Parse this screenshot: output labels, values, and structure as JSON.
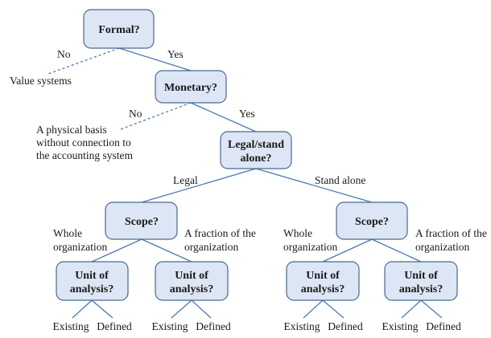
{
  "nodes": {
    "formal": [
      "Formal?"
    ],
    "monetary": [
      "Monetary?"
    ],
    "legal_stand": [
      "Legal/stand",
      "alone?"
    ],
    "scope_left": [
      "Scope?"
    ],
    "scope_right": [
      "Scope?"
    ],
    "unit_1": [
      "Unit of",
      "analysis?"
    ],
    "unit_2": [
      "Unit of",
      "analysis?"
    ],
    "unit_3": [
      "Unit of",
      "analysis?"
    ],
    "unit_4": [
      "Unit of",
      "analysis?"
    ]
  },
  "edge_labels": {
    "formal_no": "No",
    "formal_yes": "Yes",
    "monetary_no": "No",
    "monetary_yes": "Yes",
    "legal": "Legal",
    "stand_alone": "Stand alone",
    "whole_org_left": [
      "Whole",
      "organization"
    ],
    "fraction_left": [
      "A fraction of the",
      "organization"
    ],
    "whole_org_right": [
      "Whole",
      "organization"
    ],
    "fraction_right": [
      "A fraction of the",
      "organization"
    ]
  },
  "outcomes": {
    "value_systems": [
      "Value systems"
    ],
    "physical_basis": [
      "A physical basis",
      "without connection to",
      "the accounting system"
    ]
  },
  "leaves": {
    "unit_1": [
      "Existing",
      "Defined"
    ],
    "unit_2": [
      "Existing",
      "Defined"
    ],
    "unit_3": [
      "Existing",
      "Defined"
    ],
    "unit_4": [
      "Existing",
      "Defined"
    ]
  }
}
